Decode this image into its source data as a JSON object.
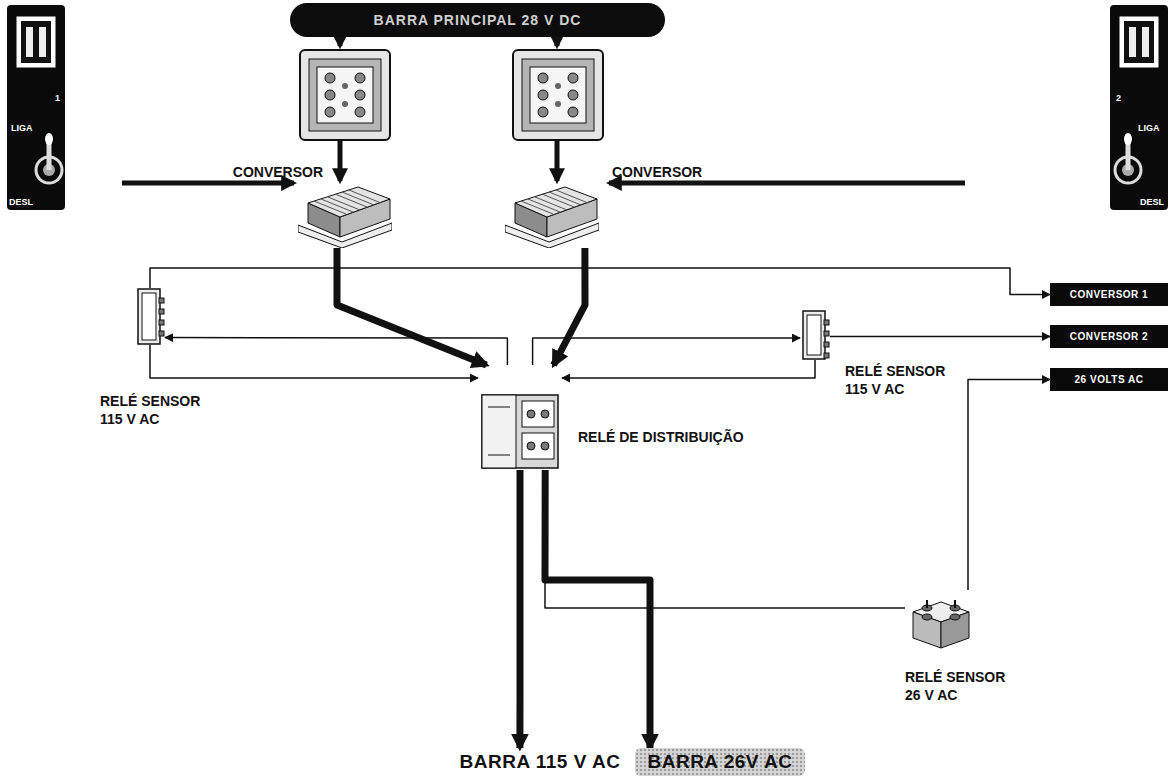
{
  "diagram": {
    "nodes": [
      {
        "text": [
          "BARRA PRINCIPAL 28 V DC"
        ]
      },
      {
        "text": [
          "1",
          "LIGA",
          "DESL"
        ]
      },
      {
        "text": [
          "2",
          "LIGA",
          "DESL"
        ]
      },
      {
        "text": [
          "CONVERSOR"
        ]
      },
      {
        "text": [
          "CONVERSOR"
        ]
      },
      {
        "text": [
          "CONVERSOR 1"
        ]
      },
      {
        "text": [
          "CONVERSOR 2"
        ]
      },
      {
        "text": [
          "RELÉ SENSOR 115 V AC"
        ]
      },
      {
        "text": [
          "RELÉ DE DISTRIBUIÇÃO"
        ]
      },
      {
        "text": [
          "RELÉ SENSOR 115 V AC"
        ]
      },
      {
        "text": [
          "26 VOLTS AC"
        ]
      },
      {
        "text": [
          "RELÉ SENSOR 26 V AC"
        ]
      },
      {
        "text": [
          "BARRA 115 V AC"
        ]
      },
      {
        "text": [
          "BARRA 26V AC"
        ]
      }
    ],
    "edges": [
      {
        "from": 3,
        "to": 8,
        "arrow": "to"
      },
      {
        "from": 4,
        "to": 8,
        "arrow": "to"
      },
      {
        "from": 8,
        "to": 7,
        "arrow": "to"
      },
      {
        "from": 7,
        "to": 8,
        "arrow": "to"
      },
      {
        "from": 8,
        "to": 9,
        "arrow": "to"
      },
      {
        "from": 9,
        "to": 8,
        "arrow": "to"
      },
      {
        "from": 7,
        "to": 5,
        "arrow": "to"
      },
      {
        "from": 9,
        "to": 6,
        "arrow": "to"
      },
      {
        "from": 11,
        "to": 10,
        "arrow": "to"
      },
      {
        "from": 8,
        "to": 12,
        "arrow": "to"
      },
      {
        "from": 8,
        "to": 13,
        "arrow": "to"
      },
      {
        "from": 8,
        "to": 11,
        "arrow": "none"
      }
    ]
  }
}
